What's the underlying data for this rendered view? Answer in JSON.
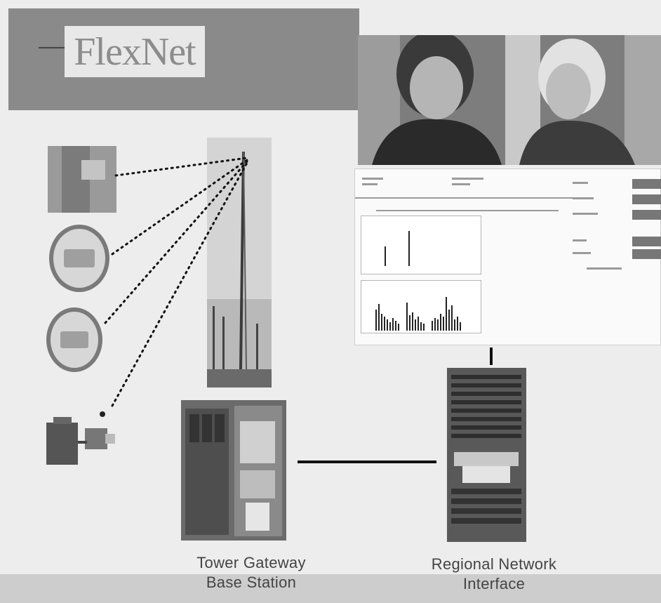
{
  "logo": {
    "text": "FlexNet"
  },
  "captions": {
    "gateway_line1": "Tower Gateway",
    "gateway_line2": "Base Station",
    "network_line1": "Regional Network",
    "network_line2": "Interface"
  },
  "colors": {
    "header_band": "#8a8a8a",
    "background": "#ededed",
    "link_line": "#111111"
  }
}
